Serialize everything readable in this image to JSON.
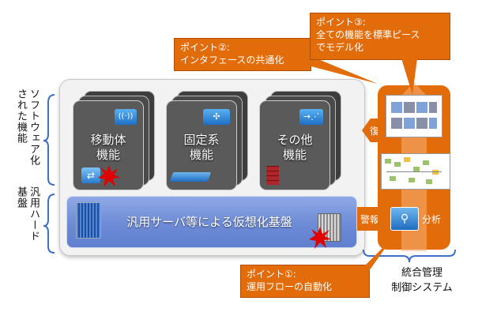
{
  "left_labels": {
    "software": [
      "ソフトウェア化",
      "された機能"
    ],
    "hardware": [
      "汎用ハード",
      "基盤"
    ]
  },
  "functions": [
    {
      "line1": "移動体",
      "line2": "機能",
      "icon": "mobile-node-icon",
      "fault": true
    },
    {
      "line1": "固定系",
      "line2": "機能",
      "icon": "fixed-router-icon",
      "fault": false
    },
    {
      "line1": "その他",
      "line2": "機能",
      "icon": "firewall-icon",
      "fault": false
    }
  ],
  "infra_label": "汎用サーバ等による仮想化基盤",
  "arrow_labels": {
    "recovery": "復旧",
    "alarm": "警報",
    "analysis": "分析"
  },
  "management_label": [
    "統合管理",
    "制御システム"
  ],
  "callouts": {
    "point1": [
      "ポイント①:",
      "運用フローの自動化"
    ],
    "point2": [
      "ポイント②:",
      "インタフェースの共通化"
    ],
    "point3": [
      "ポイント③:",
      "全ての機能を標準ピース",
      "でモデル化"
    ]
  },
  "colors": {
    "accent": "#e36c0a",
    "panel": "#f2f2f2",
    "card": "#5a5a5a",
    "infra": "#6f8fd8",
    "fault": "#e00000"
  }
}
